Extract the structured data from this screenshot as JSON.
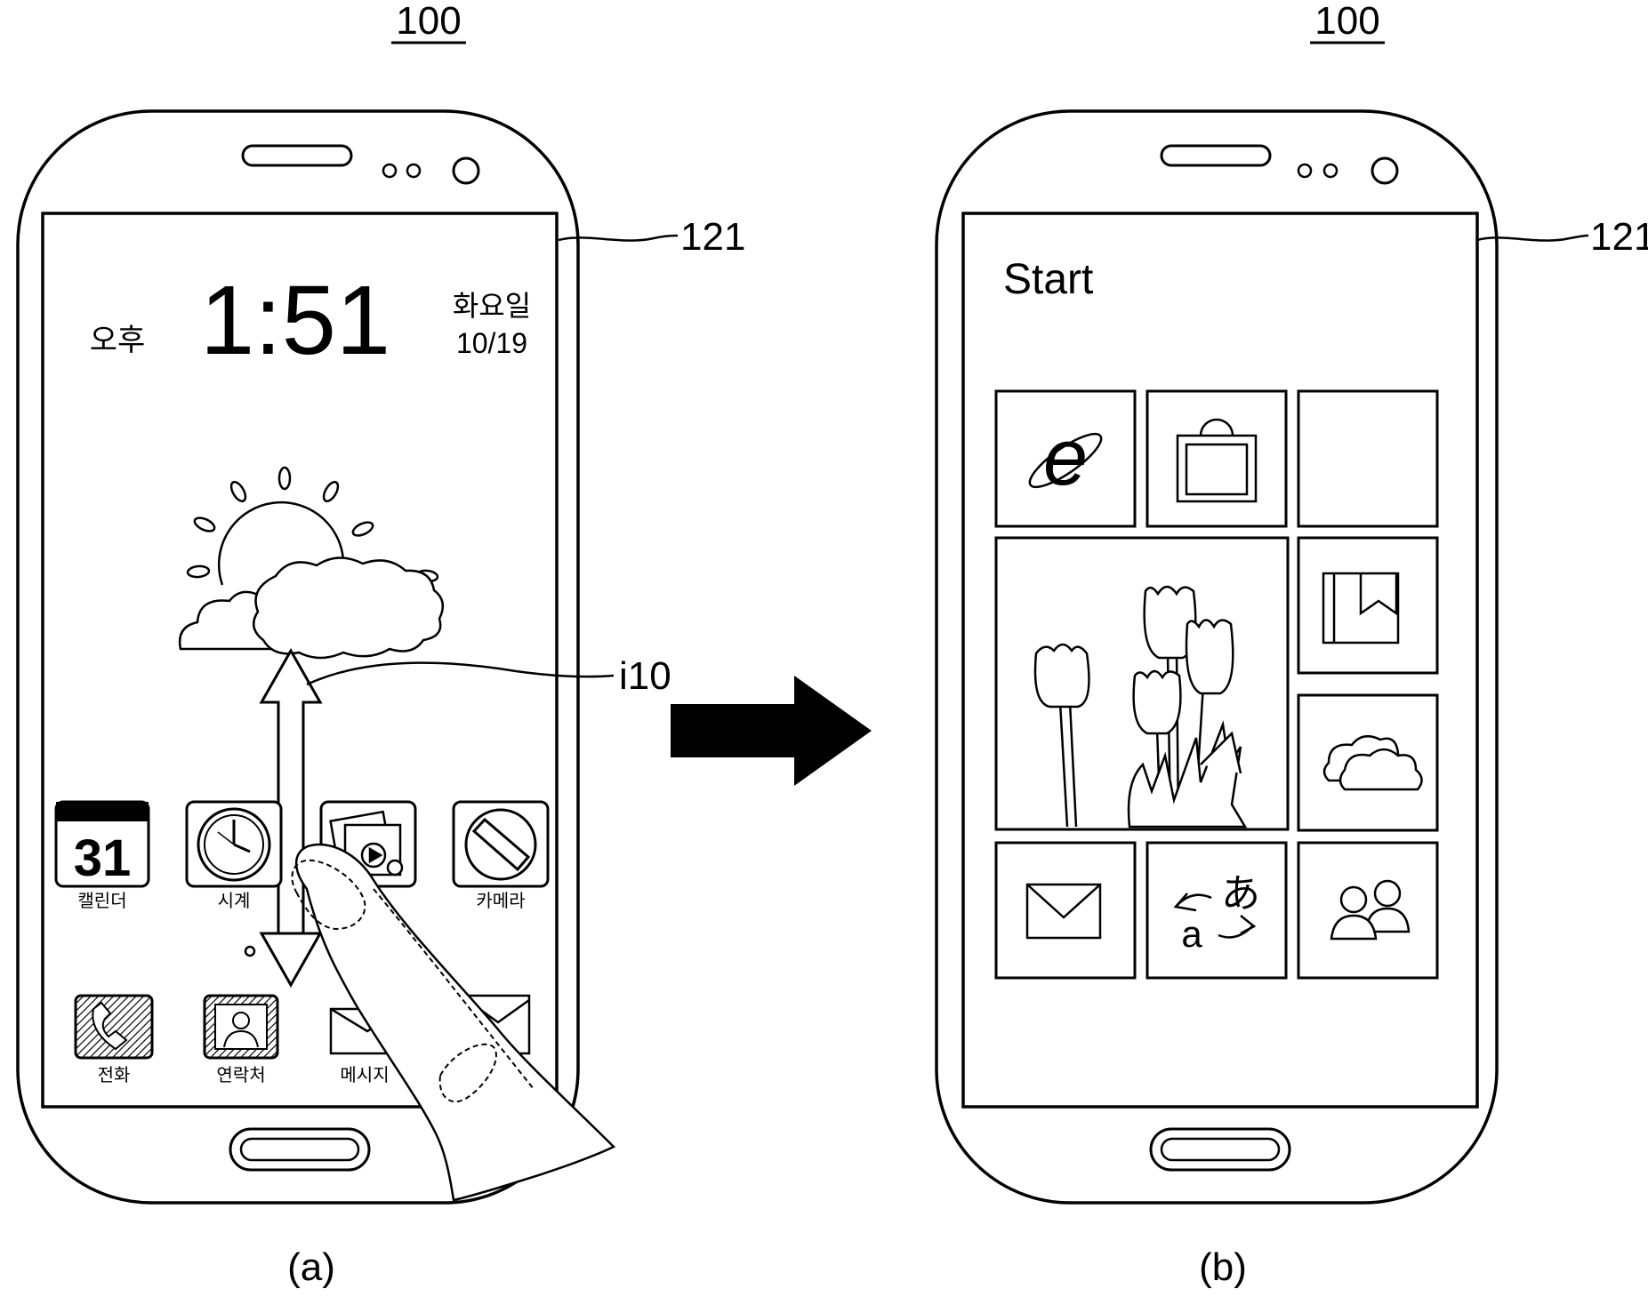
{
  "figure": {
    "ref_device_a": "100",
    "ref_device_b": "100",
    "ref_display_a": "121",
    "ref_display_b": "121",
    "ref_gesture": "i10",
    "caption_a": "(a)",
    "caption_b": "(b)"
  },
  "lock_screen": {
    "ampm": "오후",
    "time": "1:51",
    "weekday": "화요일",
    "date": "10/19",
    "weather_icon": "sun-cloud-icon",
    "apps_row1": [
      {
        "label": "캘린더",
        "icon": "calendar-icon",
        "calendar_day": "31"
      },
      {
        "label": "시계",
        "icon": "clock-icon"
      },
      {
        "label": "",
        "icon": "gallery-icon"
      },
      {
        "label": "카메라",
        "icon": "camera-icon"
      }
    ],
    "dock": [
      {
        "label": "전화",
        "icon": "phone-icon"
      },
      {
        "label": "연락처",
        "icon": "contacts-icon"
      },
      {
        "label": "메시지",
        "icon": "message-icon"
      }
    ],
    "gesture": "swipe-up"
  },
  "start_screen": {
    "title": "Start",
    "tiles": [
      {
        "icon": "browser-icon",
        "glyph": "e"
      },
      {
        "icon": "store-icon"
      },
      {
        "icon": "blank-tile"
      },
      {
        "icon": "photo-tulips-tile"
      },
      {
        "icon": "book-icon"
      },
      {
        "icon": "cloud-icon"
      },
      {
        "icon": "mail-icon"
      },
      {
        "icon": "translate-icon",
        "glyph": "あ"
      },
      {
        "icon": "people-icon"
      }
    ]
  },
  "colors": {
    "line": "#000000",
    "background": "#ffffff"
  }
}
